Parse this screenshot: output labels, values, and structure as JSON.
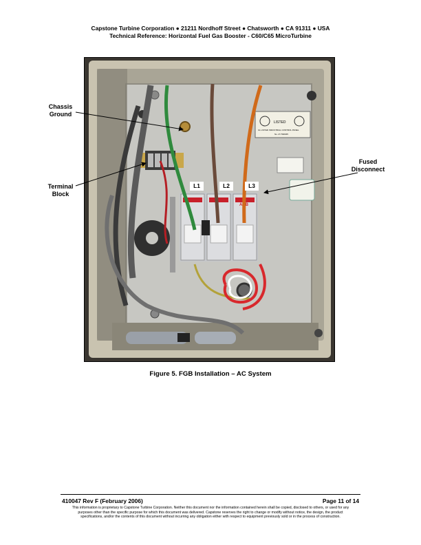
{
  "header": {
    "line1": "Capstone Turbine Corporation ● 21211 Nordhoff Street ● Chatsworth ● CA 91311 ● USA",
    "line2": "Technical Reference: Horizontal Fuel Gas Booster - C60/C65 MicroTurbine"
  },
  "figure": {
    "callouts": {
      "chassis_ground": [
        "Chassis",
        "Ground"
      ],
      "terminal_block": [
        "Terminal",
        "Block"
      ],
      "fused_disconnect": [
        "Fused",
        "Disconnect"
      ]
    },
    "phase_tags": [
      "L1",
      "L2",
      "L3"
    ],
    "caption": "Figure 5. FGB Installation – AC System"
  },
  "photo_text": {
    "ul_listed": "LISTED",
    "panel_text": "UL LISTED INDUSTRIAL CONTROL PANEL",
    "panel_no": "No. AY 590045",
    "abb": "ABB"
  },
  "footer": {
    "doc_id": "410047 Rev F (February 2006)",
    "page": "Page 11 of 14",
    "notice_lines": [
      "This information is proprietary to Capstone Turbine Corporation. Neither this document nor the information contained herein shall be copied, disclosed to others, or used for any",
      "purposes other than the specific purpose for which this document was delivered. Capstone reserves the right to change or modify without notice, the design, the product",
      "specifications, and/or the contents of this document without incurring any obligation either with respect to equipment previously sold or in the process of construction."
    ]
  }
}
